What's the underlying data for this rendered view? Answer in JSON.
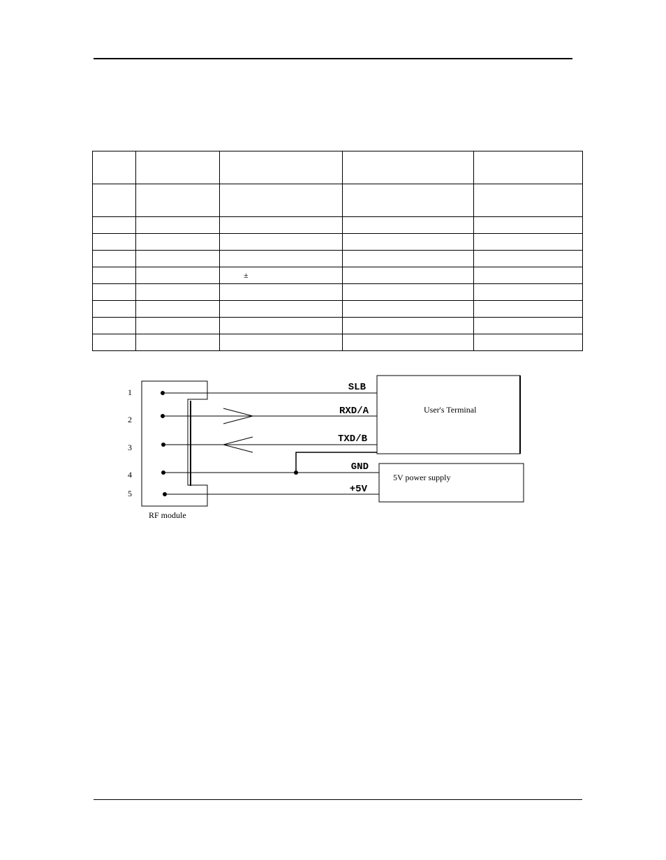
{
  "table": {
    "rows": [
      [
        "",
        "",
        "",
        "",
        ""
      ],
      [
        "",
        "",
        "",
        "",
        ""
      ],
      [
        "",
        "",
        "",
        "",
        ""
      ],
      [
        "",
        "",
        "",
        "",
        ""
      ],
      [
        "",
        "",
        "",
        "",
        ""
      ],
      [
        "",
        "",
        "±",
        "",
        ""
      ],
      [
        "",
        "",
        "",
        "",
        ""
      ],
      [
        "",
        "",
        "",
        "",
        ""
      ],
      [
        "",
        "",
        "",
        "",
        ""
      ],
      [
        "",
        "",
        "",
        "",
        ""
      ]
    ]
  },
  "diagram": {
    "pins": [
      "1",
      "2",
      "3",
      "4",
      "5"
    ],
    "signals": [
      "SLB",
      "RXD/A",
      "TXD/B",
      "GND",
      "+5V"
    ],
    "module_label": "RF module",
    "terminal_label": "User's Terminal",
    "power_label": "5V power supply"
  }
}
